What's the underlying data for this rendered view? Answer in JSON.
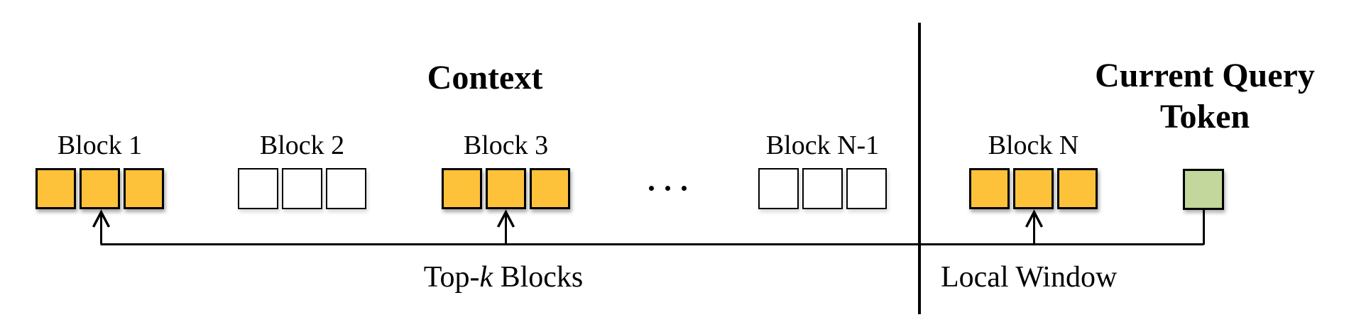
{
  "titles": {
    "context": "Context",
    "current_query": "Current Query Token"
  },
  "blocks": [
    {
      "label": "Block 1",
      "tokens": "selected"
    },
    {
      "label": "Block 2",
      "tokens": "empty"
    },
    {
      "label": "Block 3",
      "tokens": "selected"
    },
    {
      "label": "Block N-1",
      "tokens": "empty"
    },
    {
      "label": "Block N",
      "tokens": "selected"
    }
  ],
  "ellipsis": "...",
  "annotations": {
    "top_k_prefix": "Top-",
    "top_k_italic": "k",
    "top_k_suffix": " Blocks",
    "local_window": "Local Window"
  },
  "colors": {
    "selected_block": "#FDC23A",
    "empty_block": "#FFFFFF",
    "query_token": "#C3D69B",
    "line": "#000000"
  }
}
